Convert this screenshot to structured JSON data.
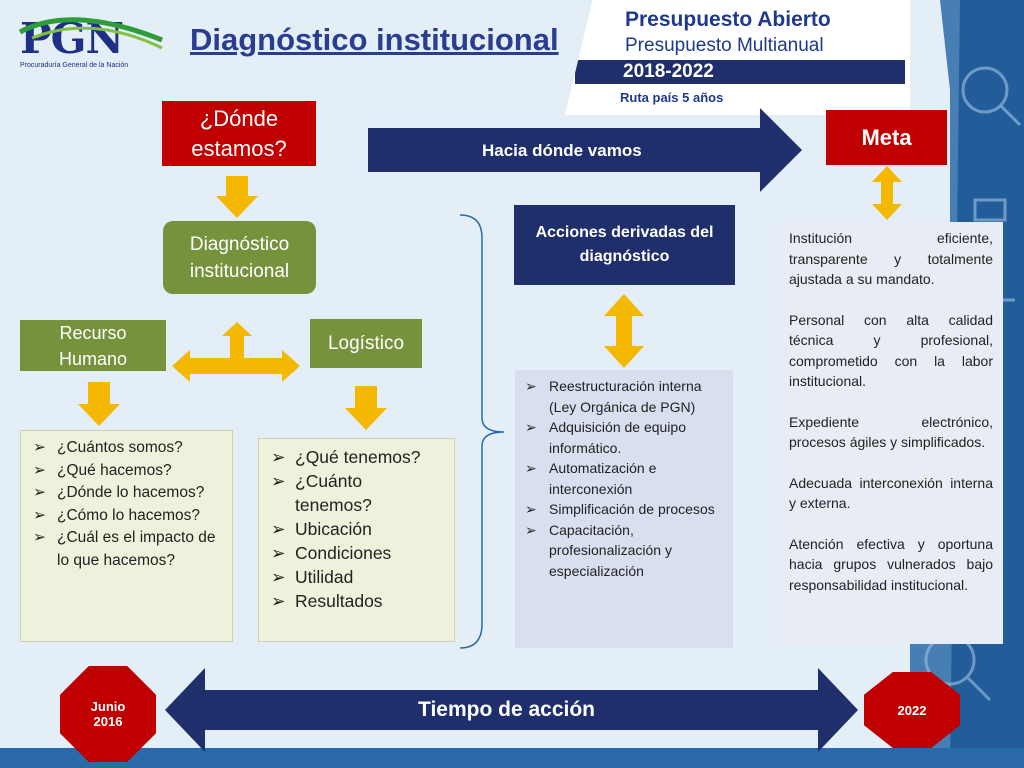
{
  "title": "Diagnóstico institucional",
  "logo": {
    "text": "PGN",
    "subtitle": "Procuraduría General de la Nación"
  },
  "banner": {
    "line1": "Presupuesto Abierto",
    "line2": "Presupuesto Multianual",
    "years": "2018-2022",
    "tagline": "Ruta país 5 años"
  },
  "where_box": "¿Dónde estamos?",
  "arrow_top_label": "Hacia dónde vamos",
  "meta_box": "Meta",
  "diag_box": "Diagnóstico institucional",
  "recurso_box": "Recurso Humano",
  "logistico_box": "Logístico",
  "acciones_box": "Acciones derivadas del diagnóstico",
  "list_recurso": [
    "¿Cuántos somos?",
    "¿Qué hacemos?",
    "¿Dónde lo hacemos?",
    "¿Cómo lo hacemos?",
    "¿Cuál es el impacto de lo que hacemos?"
  ],
  "list_logistico": [
    "¿Qué tenemos?",
    "¿Cuánto tenemos?",
    "Ubicación",
    "Condiciones",
    "Utilidad",
    "Resultados"
  ],
  "list_acciones": [
    "Reestructuración interna (Ley Orgánica de PGN)",
    "Adquisición de equipo informático.",
    "Automatización e interconexión",
    "Simplificación de procesos",
    "Capacitación, profesionalización y especialización"
  ],
  "meta_paragraphs": [
    "Institución eficiente, transparente y totalmente ajustada a su mandato.",
    "Personal con alta calidad técnica y profesional, comprometido con la labor institucional.",
    "Expediente electrónico, procesos ágiles y simplificados.",
    "Adecuada interconexión interna y externa.",
    "Atención efectiva y oportuna hacia grupos vulnerados bajo responsabilidad institucional."
  ],
  "bottom_arrow_label": "Tiempo de acción",
  "start_label": "Junio 2016",
  "end_label": "2022",
  "colors": {
    "red": "#c00000",
    "navy": "#1f2f6b",
    "green": "#76923c",
    "gold": "#f5b800"
  }
}
